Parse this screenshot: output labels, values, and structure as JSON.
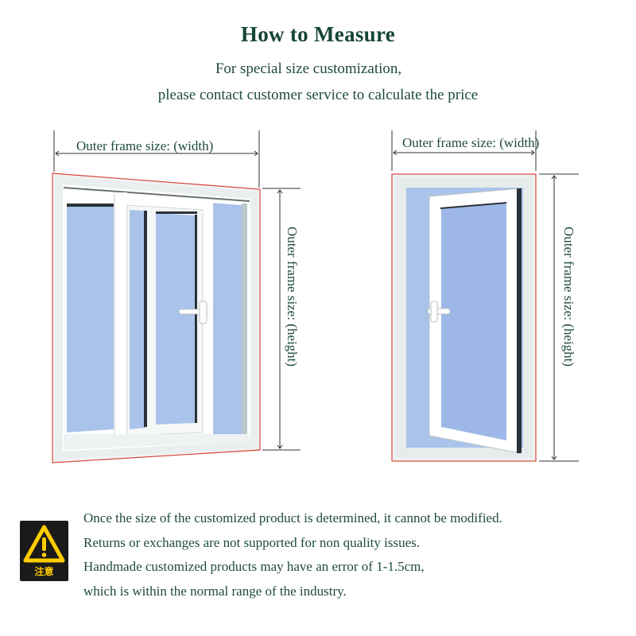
{
  "header": {
    "title": "How to Measure",
    "subtitle_line1": "For special size customization,",
    "subtitle_line2": "please contact customer service to calculate the price"
  },
  "left_window": {
    "width_label": "Outer frame size: (width)",
    "height_label": "Outer frame size: (height)"
  },
  "right_window": {
    "width_label": "Outer frame size: (width)",
    "height_label": "Outer frame size: (height)"
  },
  "notice": {
    "lines": [
      "Once the size of the customized product is determined, it cannot be modified.",
      "Returns or exchanges are not supported for non quality issues.",
      "Handmade customized products may have an error of 1-1.5cm,",
      "which is within the normal range of the industry."
    ],
    "warning_icon_label": "注意"
  },
  "colors": {
    "text": "#1f4b3b",
    "frame_outline": "#d9463b",
    "glass": "#9db8e8",
    "warning_yellow": "#ffcc00"
  }
}
